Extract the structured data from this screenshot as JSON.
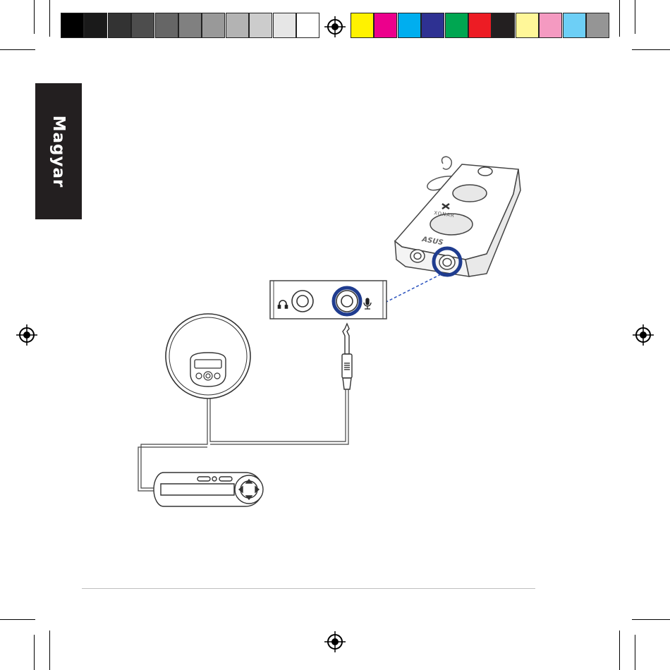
{
  "print_marks": {
    "grayscale_bar": [
      "#000000",
      "#1a1a1a",
      "#333333",
      "#4d4d4d",
      "#666666",
      "#808080",
      "#999999",
      "#b3b3b3",
      "#cccccc",
      "#e6e6e6",
      "#ffffff"
    ],
    "color_bar": [
      "#fff200",
      "#ec008c",
      "#00aeef",
      "#2e3192",
      "#00a651",
      "#ed1c24",
      "#231f20",
      "#fff799",
      "#f49ac1",
      "#6dcff6",
      "#959595"
    ]
  },
  "language_tab": {
    "label": "Magyar",
    "background": "#231f20"
  },
  "diagram": {
    "device_logo_text": "XONAR",
    "brand_text": "ASUS",
    "highlight_color": "#1f3c8f",
    "connector_line_color": "#2a52be"
  }
}
